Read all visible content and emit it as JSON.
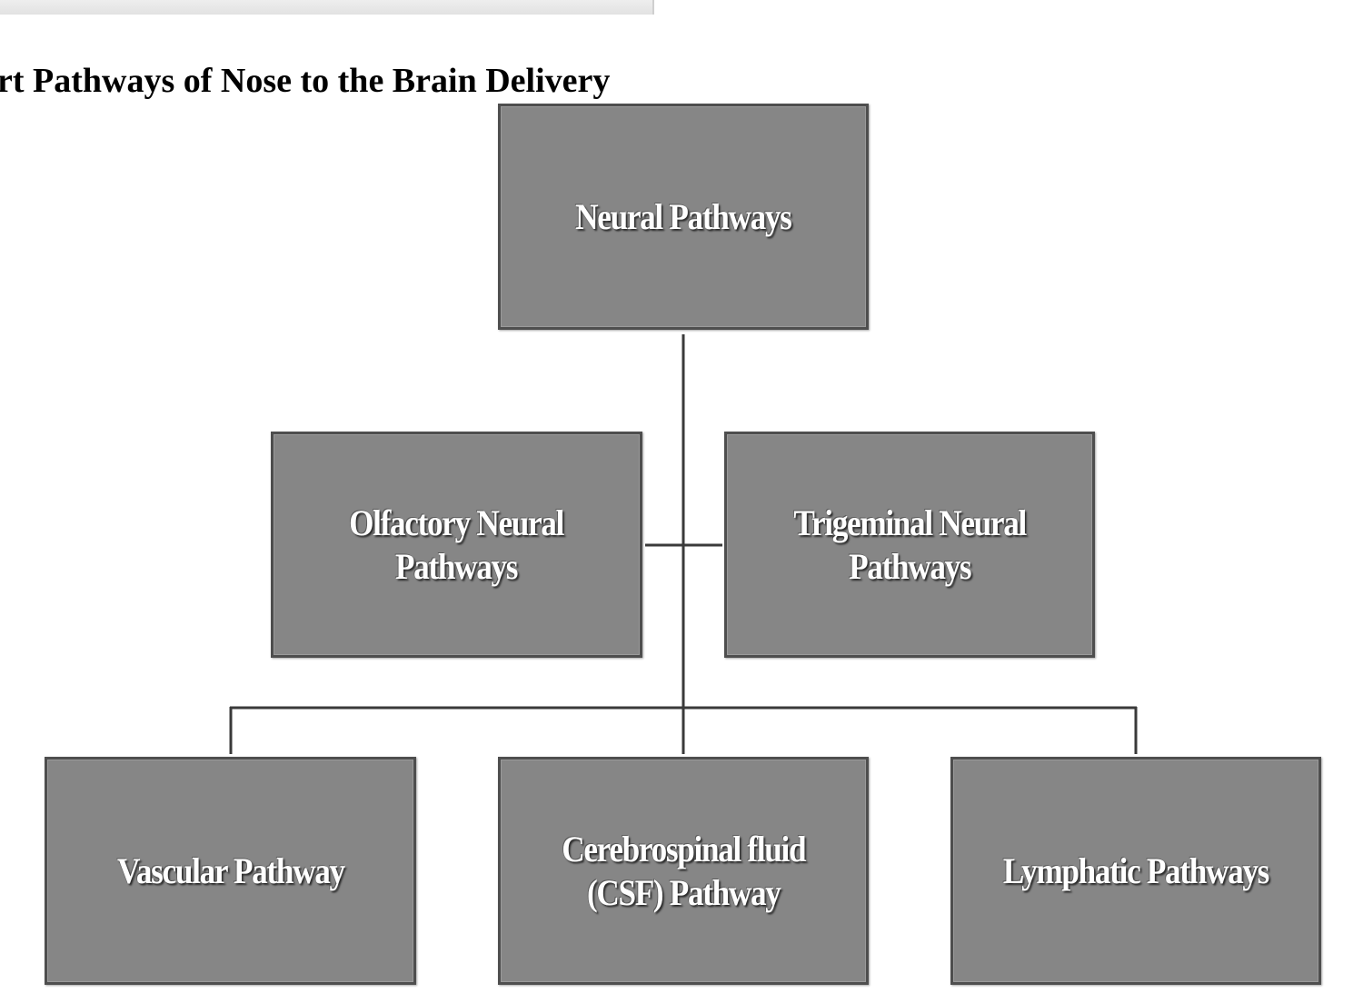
{
  "page": {
    "title": "ort Pathways of Nose to the Brain Delivery"
  },
  "diagram": {
    "nodes": {
      "neural": "Neural Pathways",
      "olfactory": "Olfactory Neural\nPathways",
      "trigeminal": "Trigeminal Neural\nPathways",
      "vascular": "Vascular Pathway",
      "csf": "Cerebrospinal fluid\n(CSF) Pathway",
      "lymphatic": "Lymphatic Pathways"
    },
    "edges": [
      [
        "neural",
        "olfactory"
      ],
      [
        "neural",
        "trigeminal"
      ],
      [
        "neural",
        "vascular"
      ],
      [
        "neural",
        "csf"
      ],
      [
        "neural",
        "lymphatic"
      ]
    ]
  },
  "colors": {
    "box_fill": "#868686",
    "box_border": "#4e4e4e",
    "connector": "#3a3a3a",
    "label": "#ffffff",
    "title": "#000000"
  }
}
